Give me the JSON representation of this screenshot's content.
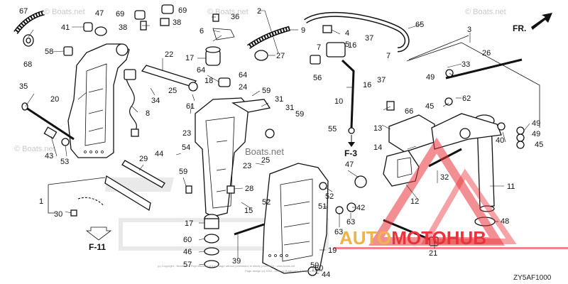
{
  "watermarks": [
    "© Boats.net",
    "© Boats.net",
    "© Boats.net",
    "© Boats.net",
    "Boats.net"
  ],
  "direction_label": "FR.",
  "section_refs": [
    "F-3",
    "F-11"
  ],
  "diagram_code": "ZY5AF1000",
  "copyright_line_1": "(c) Copyright - Boats.net - Reproduction of this image without permission is strictly prohibited - www.boats.net",
  "copyright_line_2": "Page design (c) 2004 - 2019 by Boats.net - All rights reserved",
  "logo": {
    "part_a": "AUTO",
    "part_b": "MOTO",
    "part_c": "HUB",
    "color_a": "#f0b24a",
    "color_b": "#e8333a"
  },
  "callouts": [
    "67",
    "47",
    "41",
    "68",
    "69",
    "38",
    "69",
    "38",
    "36",
    "6",
    "4",
    "5",
    "2",
    "9",
    "27",
    "7",
    "7",
    "56",
    "16",
    "37",
    "37",
    "65",
    "3",
    "26",
    "33",
    "49",
    "62",
    "45",
    "49",
    "49",
    "40",
    "45",
    "58",
    "20",
    "8",
    "34",
    "22",
    "17",
    "64",
    "18",
    "64",
    "24",
    "25",
    "61",
    "23",
    "59",
    "31",
    "31",
    "59",
    "10",
    "16",
    "66",
    "55",
    "13",
    "14",
    "32",
    "12",
    "11",
    "48",
    "35",
    "43",
    "53",
    "29",
    "44",
    "54",
    "59",
    "28",
    "23",
    "25",
    "47",
    "52",
    "51",
    "42",
    "63",
    "63",
    "50",
    "21",
    "1",
    "30",
    "17",
    "60",
    "46",
    "57",
    "39",
    "52",
    "19",
    "15",
    "50",
    "44"
  ]
}
